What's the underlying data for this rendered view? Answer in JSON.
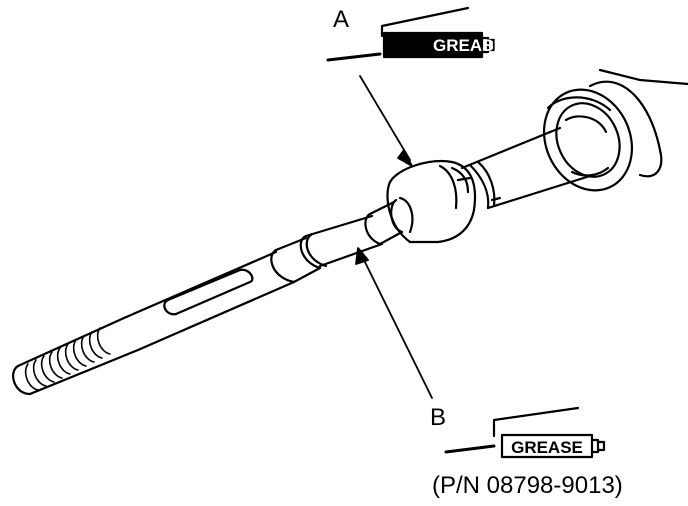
{
  "callouts": {
    "a": {
      "letter": "A",
      "grease_label": "GREASE"
    },
    "b": {
      "letter": "B",
      "grease_label": "GREASE",
      "part_number": "(P/N 08798-9013)"
    }
  },
  "colors": {
    "ink": "#000000",
    "paper": "#ffffff",
    "label_box": "#000000",
    "label_text_a": "#ffffff"
  }
}
